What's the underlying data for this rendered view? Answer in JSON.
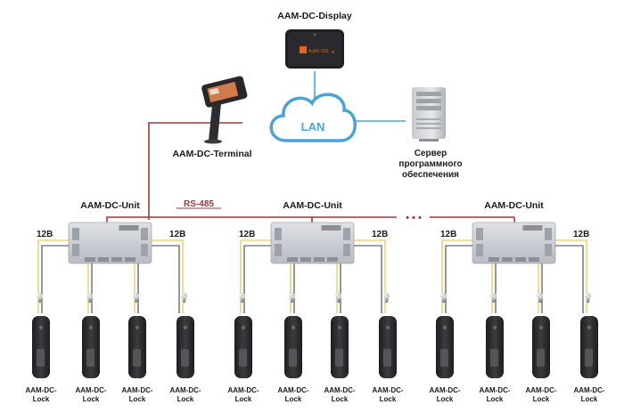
{
  "display": {
    "label": "AAM-DC-Display",
    "screen_text": "AJAX GIS"
  },
  "terminal": {
    "label": "AAM-DC-Terminal"
  },
  "cloud": {
    "label": "LAN"
  },
  "server": {
    "label_lines": [
      "Сервер",
      "программного",
      "обеспечения"
    ]
  },
  "bus": {
    "label": "RS-485",
    "ellipsis": "• • •"
  },
  "units": [
    {
      "label": "AAM-DC-Unit",
      "left_voltage": "12В",
      "right_voltage": "12В"
    },
    {
      "label": "AAM-DC-Unit",
      "left_voltage": "12В",
      "right_voltage": "12В"
    },
    {
      "label": "AAM-DC-Unit",
      "left_voltage": "12В",
      "right_voltage": "12В"
    }
  ],
  "lock": {
    "label_lines": [
      "AAM-DC-",
      "Lock"
    ]
  },
  "colors": {
    "bus": "#a5353f",
    "lan": "#4aa2d6",
    "wire_yellow": "#e8c95c",
    "wire_dark": "#444444",
    "unit_body": "#c9ccd2",
    "lock_body": "#2b2b2d"
  }
}
